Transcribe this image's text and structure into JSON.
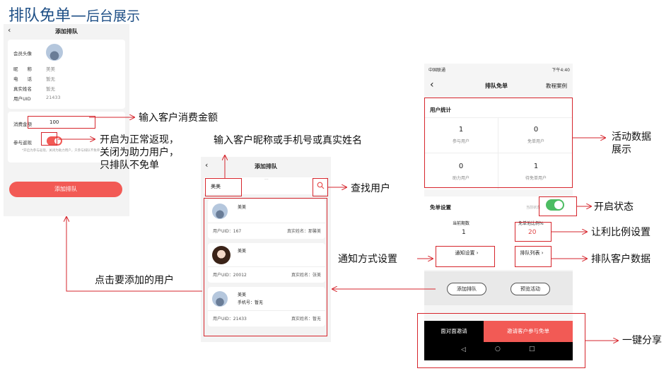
{
  "title": {
    "main": "排队免单—",
    "sub": "后台展示"
  },
  "left_phone": {
    "back": "‹",
    "title": "添加排队",
    "rows": [
      {
        "label": "会员头像",
        "value": ""
      },
      {
        "label": "昵　　称",
        "value": "美美"
      },
      {
        "label": "电　　话",
        "value": "暂无"
      },
      {
        "label": "真实姓名",
        "value": "暂无"
      },
      {
        "label": "用户UID",
        "value": "21433"
      }
    ],
    "amount_label": "消费金额",
    "amount_value": "100",
    "rebate_label": "参与返现",
    "hint": "*开启为参与返现，关闭为助力用户，只参与排队不免单",
    "add_button": "添加排队"
  },
  "mid_phone": {
    "back": "‹",
    "title": "添加排队",
    "search_value": "美美",
    "search_dots": "...",
    "users": [
      {
        "name": "美美",
        "phone": "",
        "uid": "用户UID：167",
        "real": "真实姓名：那馨美"
      },
      {
        "name": "美美",
        "phone": "",
        "uid": "用户UID：20012",
        "real": "真实姓名：张美"
      },
      {
        "name": "美美",
        "phone": "手机号：暂无",
        "uid": "用户UID：21433",
        "real": "真实姓名：暂无"
      }
    ]
  },
  "right_phone": {
    "status_left": "中国联通",
    "status_right": "下午4:40",
    "back": "‹",
    "title": "排队免单",
    "tutorial": "教程案例",
    "stats_title": "用户统计",
    "stats": [
      {
        "num": "1",
        "label": "参与用户"
      },
      {
        "num": "0",
        "label": "免单用户"
      },
      {
        "num": "0",
        "label": "助力用户"
      },
      {
        "num": "1",
        "label": "待免单用户"
      }
    ],
    "settings_title": "免单设置",
    "status_label": "当前状态",
    "period_label": "当前期数",
    "period_value": "1",
    "ratio_label": "免单池比例%",
    "ratio_value": "20",
    "notify_btn": "通知设置 ›",
    "queue_btn": "排队列表 ›",
    "add_queue_btn": "添加排队",
    "preview_btn": "预览活动",
    "share_left": "面对面邀请",
    "share_right": "邀请客户参与免单",
    "nav_back": "◁",
    "nav_home": "○",
    "nav_recent": "□"
  },
  "annotations": {
    "amount": "输入客户消费金额",
    "rebate": "开启为正常返现，\n关闭为助力用户，\n只排队不免单",
    "search_hint": "输入客户昵称或手机号或真实姓名",
    "find_user": "查找用户",
    "click_user": "点击要添加的用户",
    "notify": "通知方式设置",
    "activity_data": "活动数据\n展示",
    "open_status": "开启状态",
    "ratio": "让利比例设置",
    "queue_data": "排队客户数据",
    "share": "一键分享"
  }
}
